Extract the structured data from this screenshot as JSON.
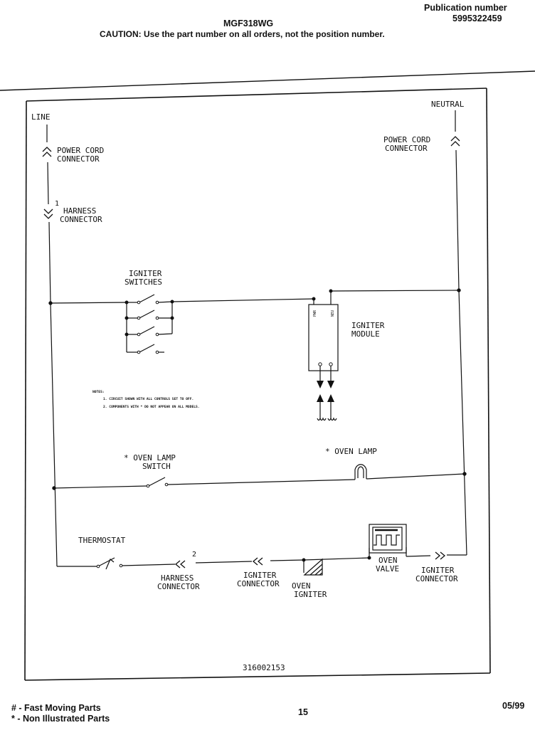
{
  "header": {
    "model": "MGF318WG",
    "caution": "CAUTION:  Use the part number on all orders, not the position number.",
    "publication_label": "Publication number",
    "publication_number": "5995322459"
  },
  "diagram": {
    "line_label": "LINE",
    "neutral_label": "NEUTRAL",
    "power_cord_left": [
      "POWER CORD",
      "CONNECTOR"
    ],
    "power_cord_right": [
      "POWER CORD",
      "CONNECTOR"
    ],
    "harness_top_number": "1",
    "harness_top": [
      "HARNESS",
      "CONNECTOR"
    ],
    "igniter_switches": [
      "IGNITER",
      "SWITCHES"
    ],
    "igniter_module": [
      "IGNITER",
      "MODULE"
    ],
    "module_terminal_left": "PWR",
    "module_terminal_right": "NEU",
    "notes_title": "NOTES:",
    "notes": [
      "1. CIRCUIT SHOWN WITH ALL CONTROLS SET TO OFF.",
      "2. COMPONENTS WITH * DO NOT APPEAR ON ALL MODELS."
    ],
    "oven_lamp_switch": [
      "* OVEN LAMP",
      "SWITCH"
    ],
    "oven_lamp": "* OVEN LAMP",
    "thermostat": "THERMOSTAT",
    "harness_bottom_number": "2",
    "harness_bottom": [
      "HARNESS",
      "CONNECTOR"
    ],
    "igniter_connector_mid": [
      "IGNITER",
      "CONNECTOR"
    ],
    "oven_igniter": [
      "OVEN",
      "IGNITER"
    ],
    "oven_valve": [
      "OVEN",
      "VALVE"
    ],
    "igniter_connector_right": [
      "IGNITER",
      "CONNECTOR"
    ],
    "drawing_number": "316002153"
  },
  "footer": {
    "fast_moving": "# - Fast Moving Parts",
    "non_illustrated": "* - Non Illustrated Parts",
    "page_number": "15",
    "date": "05/99"
  }
}
